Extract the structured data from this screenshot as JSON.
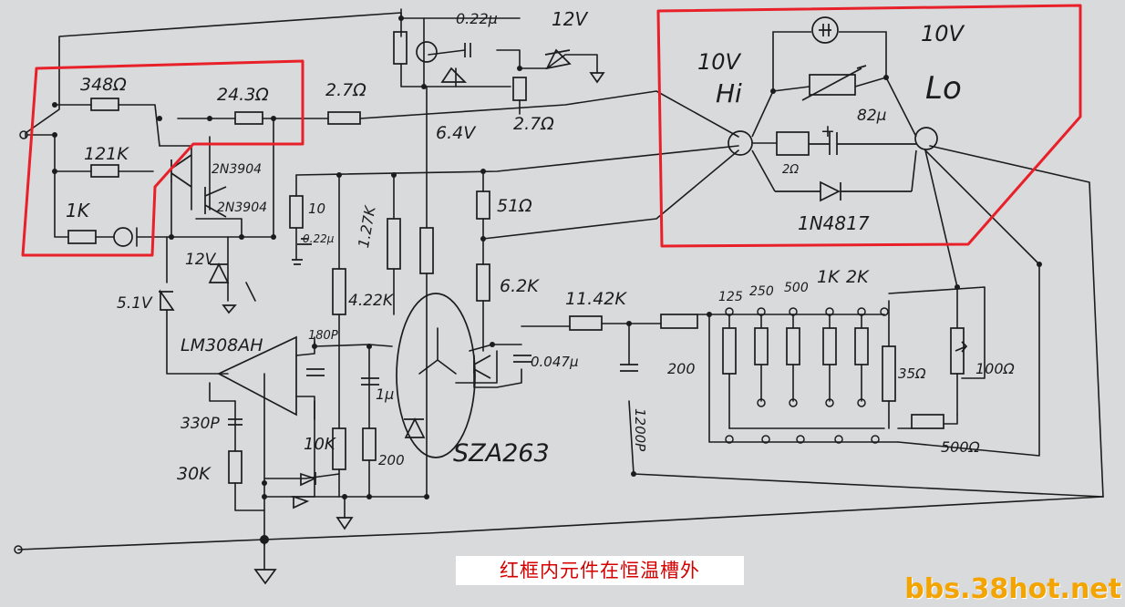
{
  "labels": {
    "r_348": "348Ω",
    "r_24_3": "24.3Ω",
    "r_2_7_top": "2.7Ω",
    "r_121k": "121K",
    "r_1k": "1K",
    "q_2n3904_a": "2N3904",
    "q_2n3904_b": "2N3904",
    "z_12v_left": "12V",
    "z_5_1v": "5.1V",
    "opamp": "LM308AH",
    "c_0_22u_top": "0.22μ",
    "z_12v_top": "12V",
    "v_6_4v": "6.4V",
    "r_2_7_mid": "2.7Ω",
    "r_10": "10",
    "c_0_22u_left": "0.22μ",
    "r_1_27k": "1.27K",
    "r_51": "51Ω",
    "r_4_22k": "4.22K",
    "r_6_2k": "6.2K",
    "c_180p": "180P",
    "c_1u": "1μ",
    "r_11_42k": "11.42K",
    "c_0_047u": "0.047μ",
    "c_330p": "330P",
    "r_30k": "30K",
    "r_10k": "10K",
    "r_200_low": "200",
    "ref_chip": "SZA263",
    "c_1200p": "1200P",
    "r_200_right": "200",
    "r_125": "125",
    "r_250": "250",
    "r_500": "500",
    "r_1k_b": "1K",
    "r_2k": "2K",
    "r_35": "35Ω",
    "r_100": "100Ω",
    "r_500_bottom": "500Ω",
    "v_10v_left": "10V",
    "v_10v_right": "10V",
    "term_hi": "Hi",
    "term_lo": "Lo",
    "c_82u": "82μ",
    "r_2": "2Ω",
    "d_1n4817": "1N4817",
    "plus_sign": "+"
  },
  "caption": "红框内元件在恒温槽外",
  "watermark": "bbs.38hot.net",
  "colors": {
    "paper": "#d9dadb",
    "ink": "#1c1c1c",
    "highlight_frame": "#e8202a",
    "caption_text": "#d40000",
    "watermark": "#f3a400"
  }
}
